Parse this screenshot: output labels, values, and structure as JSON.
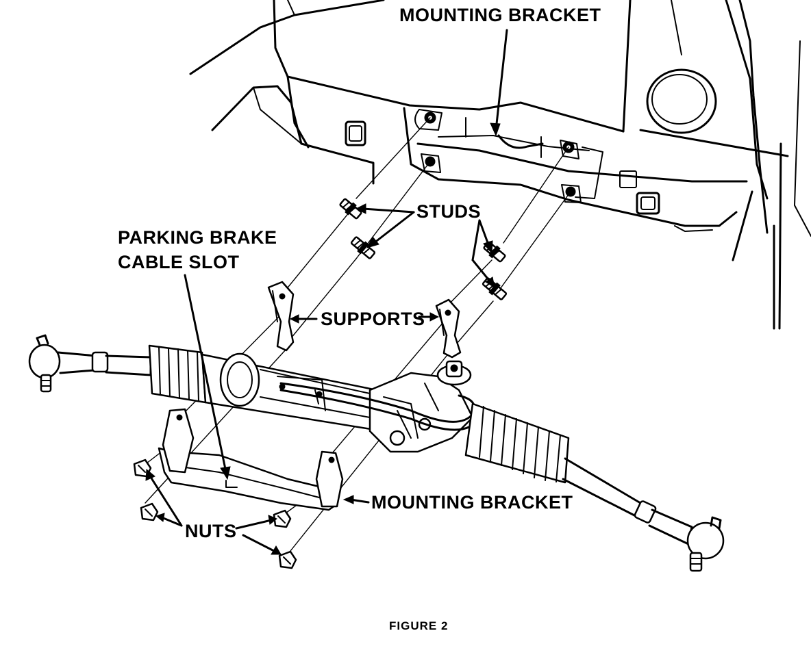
{
  "labels": {
    "mounting_bracket_top": "MOUNTING BRACKET",
    "studs": "STUDS",
    "parking_brake_line1": "PARKING BRAKE",
    "parking_brake_line2": "CABLE SLOT",
    "supports": "SUPPORTS",
    "mounting_bracket_bottom": "MOUNTING BRACKET",
    "nuts": "NUTS"
  },
  "caption": "FIGURE 2",
  "colors": {
    "ink": "#000000",
    "paper": "#ffffff"
  }
}
